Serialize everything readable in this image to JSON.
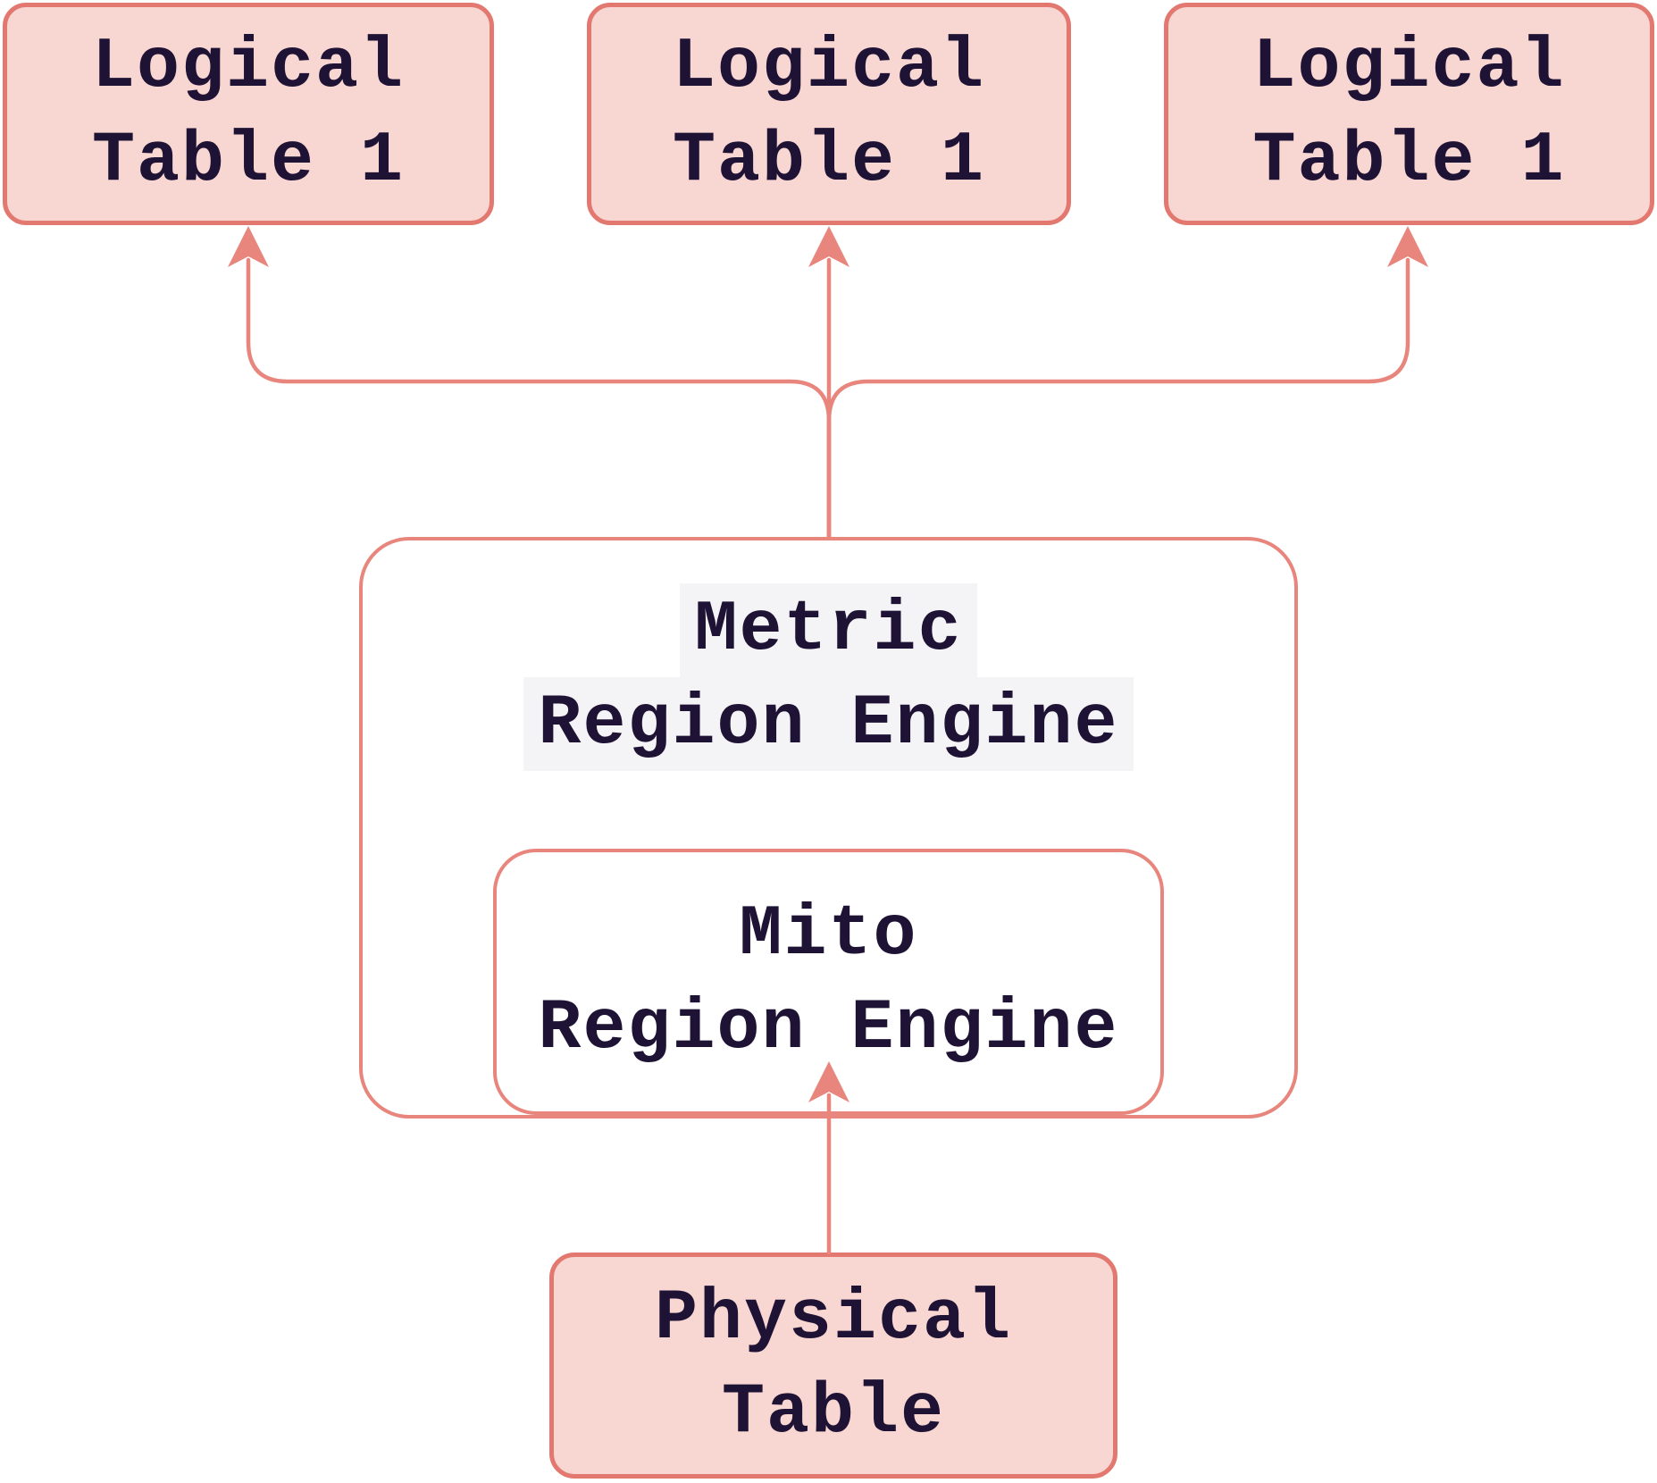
{
  "diagram": {
    "type": "flowchart",
    "background": "#ffffff",
    "colors": {
      "node_fill_pink": "#f8d6d1",
      "node_border_pink": "#e2786f",
      "node_fill_white": "#ffffff",
      "node_border_white": "#e8857c",
      "connector": "#e8857c",
      "text": "#1e1235",
      "label_highlight": "#f4f3f5"
    },
    "nodes": [
      {
        "id": "logical-table-a",
        "line1": "Logical",
        "line2": "Table 1"
      },
      {
        "id": "logical-table-b",
        "line1": "Logical",
        "line2": "Table 1"
      },
      {
        "id": "logical-table-c",
        "line1": "Logical",
        "line2": "Table 1"
      },
      {
        "id": "metric-region-engine",
        "line1": "Metric",
        "line2": "Region Engine"
      },
      {
        "id": "mito-region-engine",
        "line1": "Mito",
        "line2": "Region Engine"
      },
      {
        "id": "physical-table",
        "line1": "Physical",
        "line2": "Table"
      }
    ],
    "edges": [
      {
        "from": "metric-region-engine",
        "to": "logical-table-a",
        "arrowhead": "triangle"
      },
      {
        "from": "metric-region-engine",
        "to": "logical-table-b",
        "arrowhead": "triangle"
      },
      {
        "from": "metric-region-engine",
        "to": "logical-table-c",
        "arrowhead": "triangle"
      },
      {
        "from": "physical-table",
        "to": "mito-region-engine",
        "arrowhead": "triangle"
      }
    ]
  }
}
